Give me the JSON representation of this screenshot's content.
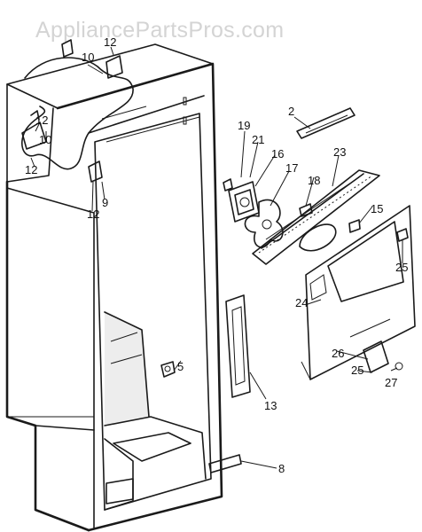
{
  "watermark": "AppliancePartsPros.com",
  "colors": {
    "line": "#1a1a1a",
    "watermark": "#d4d4d4",
    "background": "#ffffff"
  },
  "callouts": {
    "c12a": "12",
    "c10a": "10",
    "c12b": "12",
    "c10b": "10",
    "c12c": "12",
    "c9": "9",
    "c2": "2",
    "c19": "19",
    "c21": "21",
    "c16": "16",
    "c17": "17",
    "c18": "18",
    "c23": "23",
    "c15": "15",
    "c25a": "25",
    "c24": "24",
    "c5": "5",
    "c13": "13",
    "c26": "26",
    "c25b": "25",
    "c27": "27",
    "c8": "8"
  }
}
